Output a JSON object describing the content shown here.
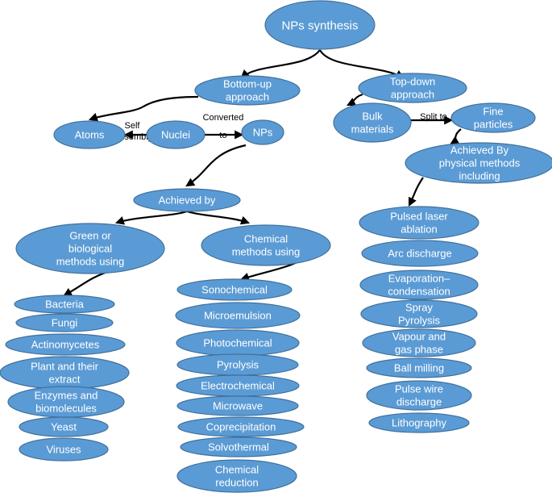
{
  "colors": {
    "node_fill": "#5b9bd5",
    "node_stroke": "#41719c",
    "text": "#ffffff",
    "edge": "#000000"
  },
  "nodes": {
    "root": "NPs synthesis",
    "bottom_up": "Bottom-up approach",
    "top_down": "Top-down approach",
    "atoms": "Atoms",
    "nuclei": "Nuclei",
    "nps": "NPs",
    "achieved_by": "Achieved by",
    "green": "Green or biological methods using",
    "chemical": "Chemical methods using",
    "bulk": "Bulk materials",
    "fine": "Fine particles",
    "physical": "Achieved By physical methods including",
    "bacteria": "Bacteria",
    "fungi": "Fungi",
    "actinomycetes": "Actinomycetes",
    "plant": "Plant and their extract",
    "enzymes": "Enzymes and biomolecules",
    "yeast": "Yeast",
    "viruses": "Viruses",
    "sonochemical": "Sonochemical",
    "microemulsion": "Microemulsion",
    "photochemical": "Photochemical",
    "pyrolysis": "Pyrolysis",
    "electrochemical": "Electrochemical",
    "microwave": "Microwave",
    "coprecipitation": "Coprecipitation",
    "solvothermal": "Solvothermal",
    "chem_reduction": "Chemical reduction",
    "pulsed_laser": "Pulsed laser ablation",
    "arc_discharge": "Arc discharge",
    "evaporation": "Evaporation–condensation",
    "spray": "Spray Pyrolysis",
    "vapour": "Vapour and gas phase",
    "ball_milling": "Ball milling",
    "pulse_wire": "Pulse wire discharge",
    "lithography": "Lithography"
  },
  "edge_labels": {
    "self_assembly": "Self assembly",
    "converted_to": "Converted to",
    "split_to": "Split to"
  }
}
